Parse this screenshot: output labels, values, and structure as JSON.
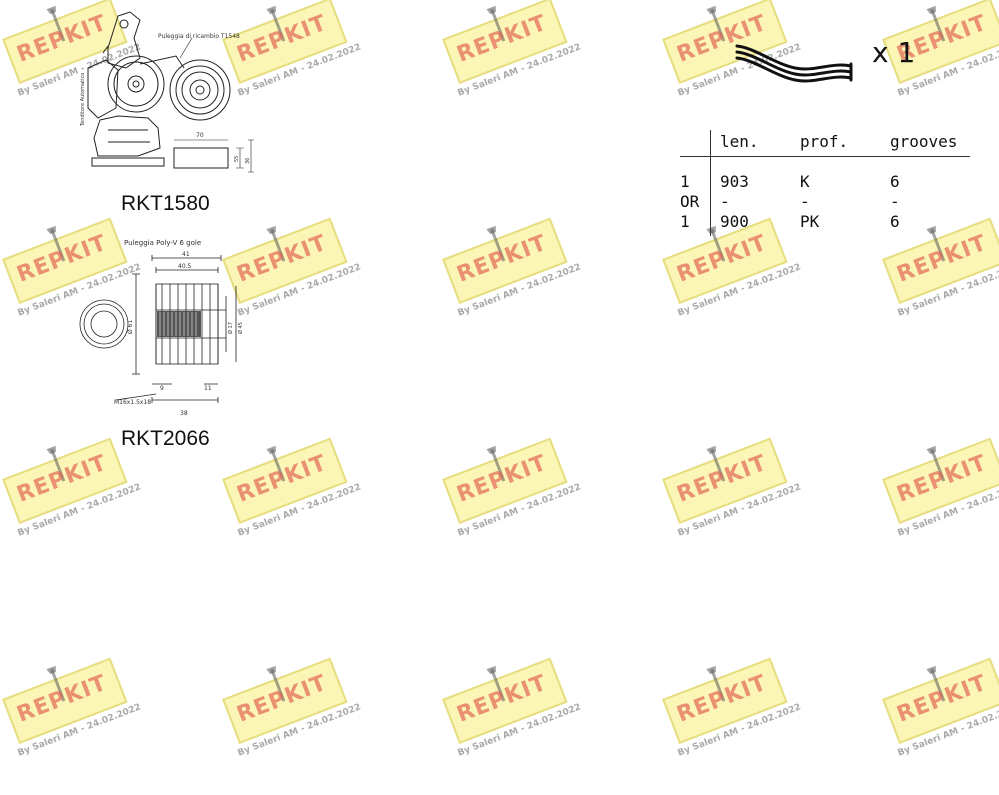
{
  "watermark": {
    "logo": "REPKIT",
    "caption": "By Saleri AM - 24.02.2022"
  },
  "parts": [
    {
      "code": "RKT1580",
      "drawing": {
        "label_replacement_pulley": "Puleggia di ricambio T1548",
        "label_tensioner": "Tenditore Automatico",
        "dim_70": "70",
        "dim_side_a": "55",
        "dim_side_b": "36"
      }
    },
    {
      "code": "RKT2066",
      "drawing": {
        "title": "Puleggia Poly-V 6 gole",
        "dim_41": "41",
        "dim_40_5": "40.5",
        "dim_d61": "Ø 61",
        "dim_d17": "Ø 17",
        "dim_d45": "Ø 45",
        "dim_9": "9",
        "dim_11": "11",
        "dim_38": "38",
        "thread": "M16x1.5x18"
      }
    }
  ],
  "belt": {
    "icon": "multi-rib-belt-icon",
    "quantity": "x 1"
  },
  "spec_table": {
    "headers": [
      "",
      "len.",
      "prof.",
      "grooves"
    ],
    "rows": [
      [
        "1",
        "903",
        "K",
        "6"
      ],
      [
        "OR",
        "-",
        "-",
        "-"
      ],
      [
        "1",
        "900",
        "PK",
        "6"
      ]
    ]
  }
}
